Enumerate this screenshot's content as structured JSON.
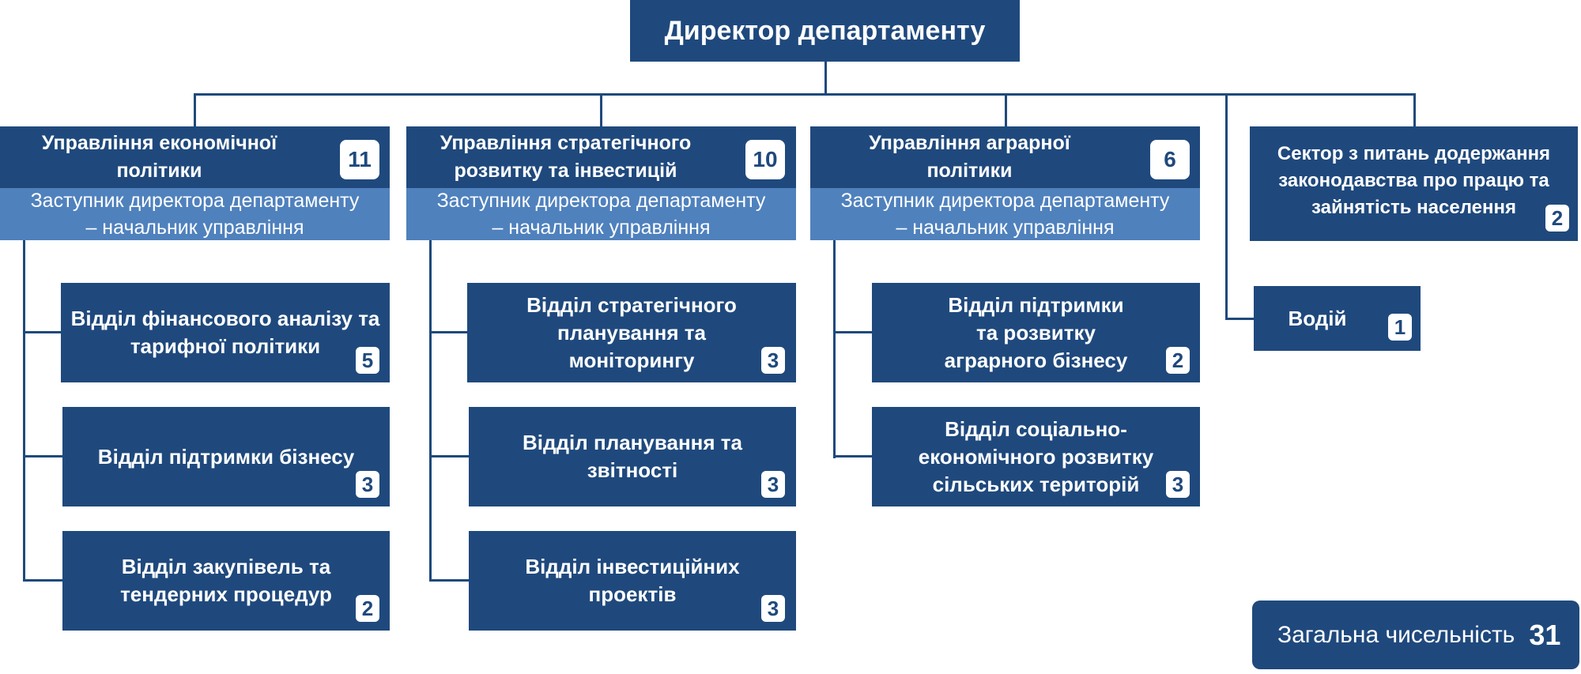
{
  "director": {
    "title": "Директор департаменту"
  },
  "departments": [
    {
      "title": "Управління економічної\nполітики",
      "count": "11",
      "deputy": "Заступник директора департаменту\n– начальник управління",
      "units": [
        {
          "title": "Відділ фінансового аналізу та\nтарифної політики",
          "count": "5"
        },
        {
          "title": "Відділ підтримки бізнесу",
          "count": "3"
        },
        {
          "title": "Відділ закупівель та\nтендерних процедур",
          "count": "2"
        }
      ]
    },
    {
      "title": "Управління стратегічного\nрозвитку та інвестицій",
      "count": "10",
      "deputy": "Заступник директора департаменту\n– начальник управління",
      "units": [
        {
          "title": "Відділ стратегічного\nпланування та\nмоніторингу",
          "count": "3"
        },
        {
          "title": "Відділ планування та\nзвітності",
          "count": "3"
        },
        {
          "title": "Відділ інвестиційних\nпроектів",
          "count": "3"
        }
      ]
    },
    {
      "title": "Управління аграрної\nполітики",
      "count": "6",
      "deputy": "Заступник директора департаменту\n– начальник управління",
      "units": [
        {
          "title": "Відділ підтримки\nта розвитку\nаграрного бізнесу",
          "count": "2"
        },
        {
          "title": "Відділ соціально-\nекономічного розвитку\nсільських територій",
          "count": "3"
        }
      ]
    }
  ],
  "sector": {
    "title": "Сектор з питань додержання\nзаконодавства про працю та\nзайнятість населення",
    "count": "2"
  },
  "driver": {
    "title": "Водій",
    "count": "1"
  },
  "total": {
    "label": "Загальна чисельність",
    "value": "31"
  },
  "colors": {
    "dark": "#1f497d",
    "light": "#4f81bd",
    "text": "#ffffff"
  }
}
